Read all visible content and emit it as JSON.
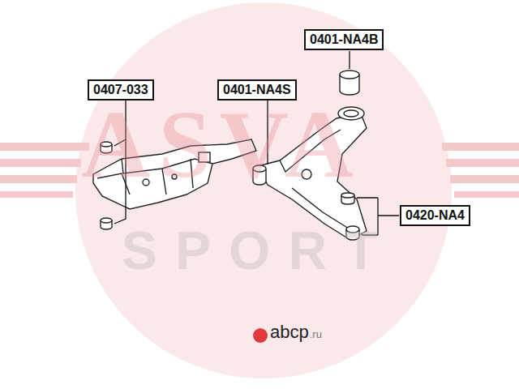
{
  "diagram": {
    "nodes": [
      {
        "text": [
          "0407-033"
        ]
      },
      {
        "text": [
          "0401-NA4S"
        ]
      },
      {
        "text": [
          "0401-NA4B"
        ]
      },
      {
        "text": [
          "0420-NA4"
        ]
      }
    ],
    "labels": [
      "ASVA",
      "SPORT",
      "abcp",
      ".ru"
    ]
  }
}
